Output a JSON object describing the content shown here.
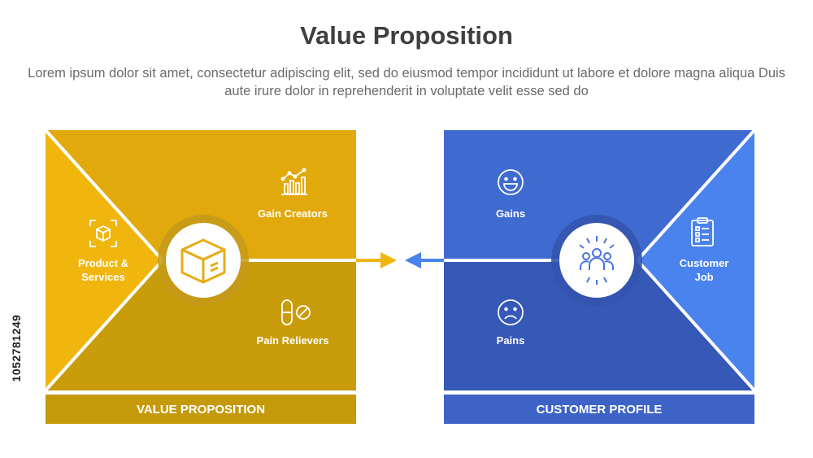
{
  "title": "Value Proposition",
  "subtitle": "Lorem ipsum dolor sit amet, consectetur adipiscing elit, sed do eiusmod tempor incididunt ut labore et dolore magna aliqua Duis aute irure dolor in reprehenderit in voluptate velit esse sed do",
  "left_panel": {
    "footer": "VALUE PROPOSITION",
    "gain_creators": "Gain Creators",
    "product_services": "Product &\nServices",
    "pain_relievers": "Pain Relievers",
    "center_icon": "box-icon"
  },
  "right_panel": {
    "footer": "CUSTOMER PROFILE",
    "gains": "Gains",
    "pains": "Pains",
    "customer_job": "Customer\nJob",
    "center_icon": "people-group-icon"
  },
  "stock_id": "1052781249",
  "colors": {
    "yellow_top": "#e2a90d",
    "yellow_left": "#f0b60e",
    "yellow_bottom": "#c99c0b",
    "yellow_footer": "#c59a0a",
    "blue_top": "#3f6bd1",
    "blue_right": "#4a82ee",
    "blue_bottom": "#3658b6",
    "blue_footer": "#3e63c7",
    "title": "#3f3f3f",
    "text": "#6a6a6a"
  }
}
